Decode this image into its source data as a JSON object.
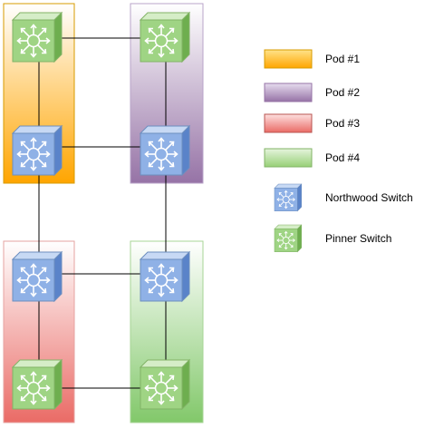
{
  "colors": {
    "pod1": "#ffa500",
    "pod2": "#9b7cb6",
    "pod3": "#ea6b66",
    "pod4": "#8fcc7c",
    "northwood_switch": "#7ea6e0",
    "pinner_switch": "#97d077",
    "link": "#000000"
  },
  "pods": [
    {
      "id": "pod1",
      "color": "#ffa500",
      "switches": [
        "pinner",
        "northwood"
      ]
    },
    {
      "id": "pod2",
      "color": "#9b7cb6",
      "switches": [
        "pinner",
        "northwood"
      ]
    },
    {
      "id": "pod3",
      "color": "#ea6b66",
      "switches": [
        "northwood",
        "pinner"
      ]
    },
    {
      "id": "pod4",
      "color": "#8fcc7c",
      "switches": [
        "northwood",
        "pinner"
      ]
    }
  ],
  "legend": {
    "pod1": "Pod #1",
    "pod2": "Pod #2",
    "pod3": "Pod #3",
    "pod4": "Pod #4",
    "northwood_switch": "Northwood Switch",
    "pinner_switch": "Pinner Switch"
  },
  "icons": {
    "northwood_switch": "northwood-switch-icon",
    "pinner_switch": "pinner-switch-icon"
  }
}
